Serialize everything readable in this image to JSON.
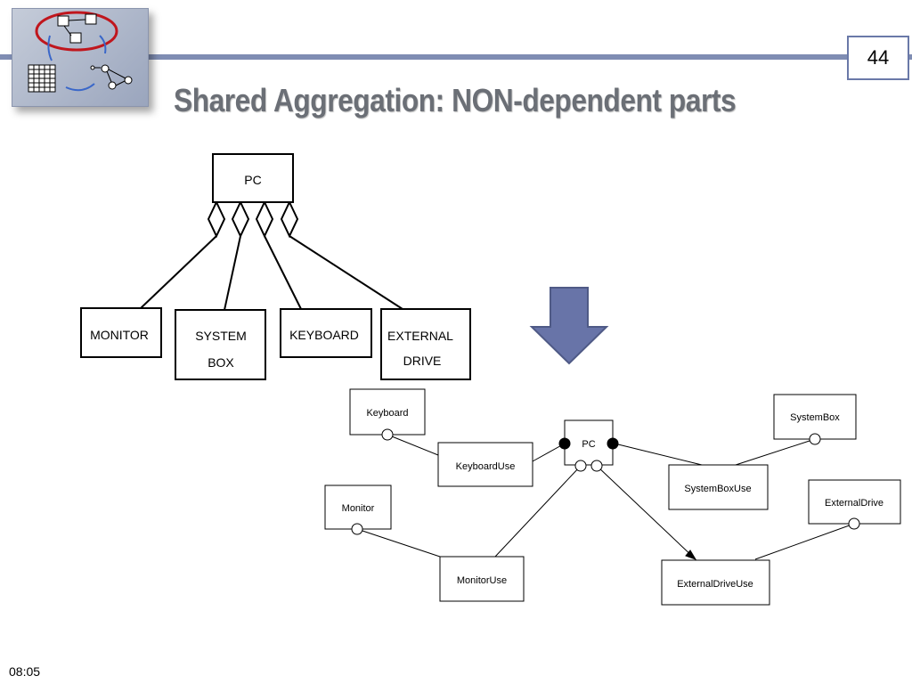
{
  "slide": {
    "title": "Shared Aggregation: NON-dependent parts",
    "page_number": "44",
    "time": "08:05"
  },
  "colors": {
    "header_rule": "#7f8db3",
    "arrow_fill": "#6874a8",
    "title_text": "#6b6f76"
  },
  "logo": {
    "icon": "uml-diagram-logo-icon"
  },
  "upper_diagram": {
    "whole": "PC",
    "parts": [
      {
        "lines": [
          "MONITOR"
        ]
      },
      {
        "lines": [
          "SYSTEM",
          "BOX"
        ]
      },
      {
        "lines": [
          "KEYBOARD"
        ]
      },
      {
        "lines": [
          "EXTERNAL",
          "DRIVE"
        ]
      }
    ]
  },
  "transform_arrow": {
    "icon": "down-arrow-icon"
  },
  "lower_diagram": {
    "pc": "PC",
    "keyboard": "Keyboard",
    "keyboard_use": "KeyboardUse",
    "monitor": "Monitor",
    "monitor_use": "MonitorUse",
    "system_box": "SystemBox",
    "system_box_use": "SystemBoxUse",
    "external_drive": "ExternalDrive",
    "external_drive_use": "ExternalDriveUse"
  }
}
